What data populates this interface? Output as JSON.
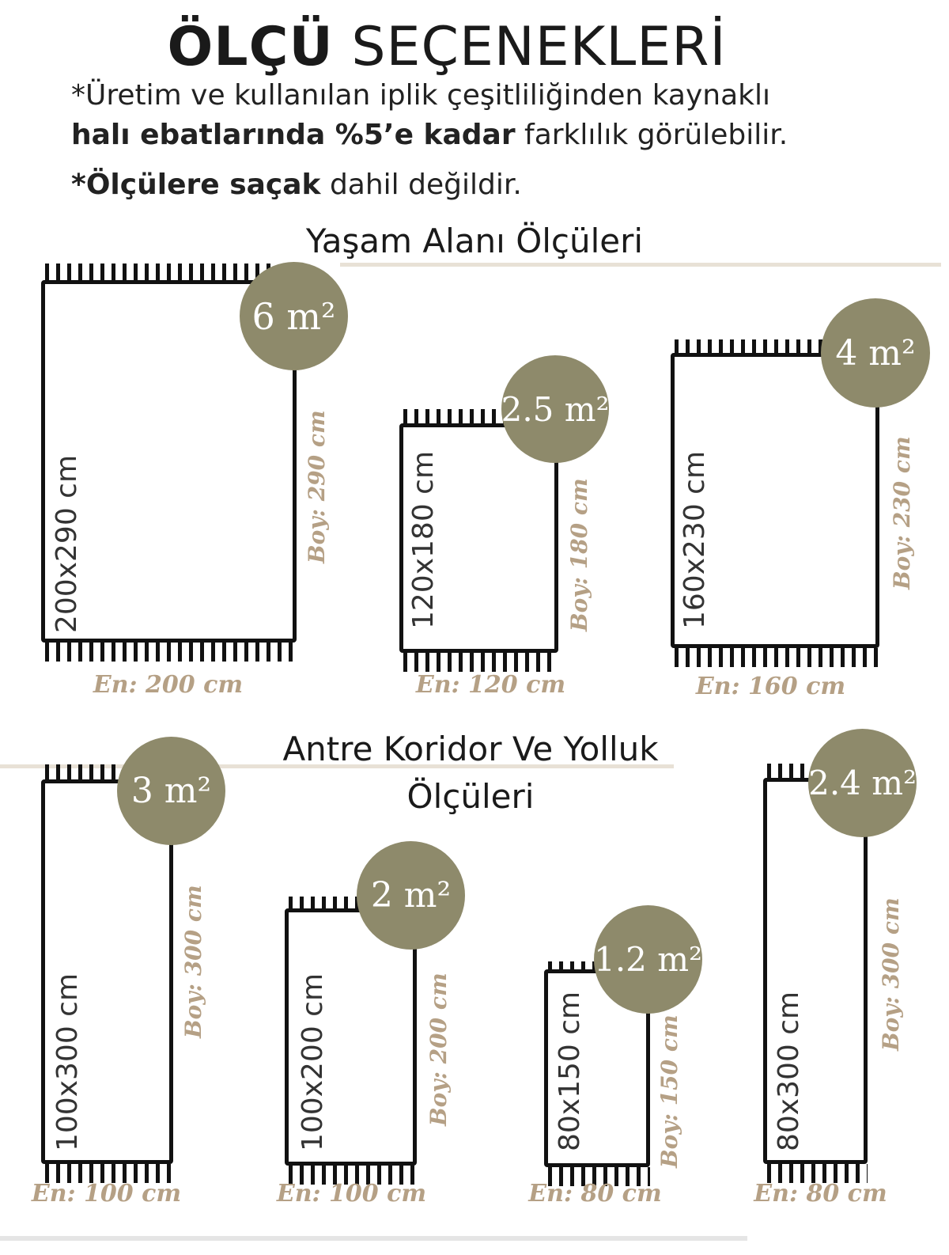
{
  "title": {
    "part1": "ÖLÇÜ",
    "part2": "SEÇENEKLERİ"
  },
  "notes": {
    "line1": "*Üretim ve kullanılan iplik çeşitliliğinden kaynaklı",
    "line2_bold": "halı ebatlarında %5’e kadar",
    "line2_rest": " farklılık görülebilir.",
    "line3_bold": "*Ölçülere saçak",
    "line3_rest": " dahil değildir."
  },
  "section1": {
    "title_main": "Yaşam Alanı",
    "title_rest": " Ölçüleri"
  },
  "section2": {
    "title_line1": "Antre Koridor Ve Yolluk",
    "title_line2": "Ölçüleri"
  },
  "badge_color": "#8e8a6b",
  "label_color": "#b5a085",
  "rugs": [
    {
      "size": "200x290 cm",
      "area": "6 m²",
      "length": "Boy: 290 cm",
      "width": "En: 200 cm"
    },
    {
      "size": "120x180 cm",
      "area": "2.5 m²",
      "length": "Boy: 180 cm",
      "width": "En: 120 cm"
    },
    {
      "size": "160x230 cm",
      "area": "4 m²",
      "length": "Boy: 230 cm",
      "width": "En: 160 cm"
    },
    {
      "size": "100x300 cm",
      "area": "3 m²",
      "length": "Boy: 300 cm",
      "width": "En: 100 cm"
    },
    {
      "size": "100x200 cm",
      "area": "2 m²",
      "length": "Boy: 200 cm",
      "width": "En: 100 cm"
    },
    {
      "size": "80x150 cm",
      "area": "1.2 m²",
      "length": "Boy: 150 cm",
      "width": "En: 80 cm"
    },
    {
      "size": "80x300 cm",
      "area": "2.4 m²",
      "length": "Boy: 300 cm",
      "width": "En: 80 cm"
    }
  ]
}
